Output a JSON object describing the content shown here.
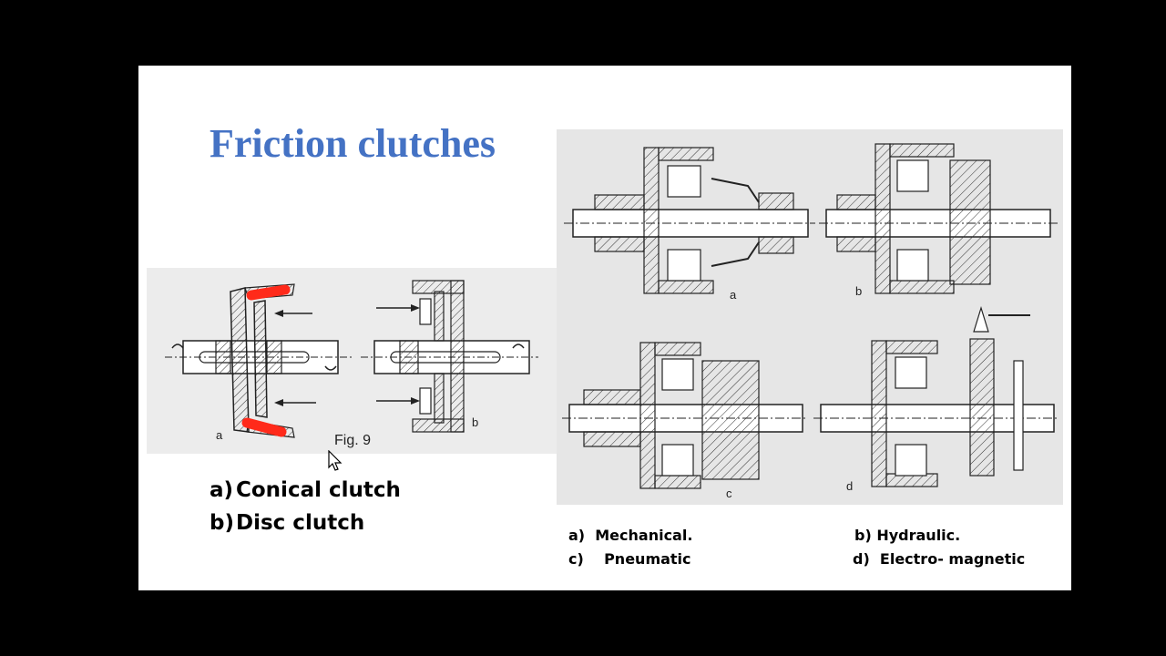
{
  "slide": {
    "title": "Friction clutches",
    "left_figure": {
      "label_a": "a",
      "label_b": "b",
      "fig_caption": "Fig. 9"
    },
    "left_list": [
      {
        "marker": "a)",
        "text": "Conical clutch"
      },
      {
        "marker": "b)",
        "text": "Disc clutch"
      }
    ],
    "right_figure": {
      "label_a": "a",
      "label_b": "b",
      "label_c": "c",
      "label_d": "d"
    },
    "right_captions": {
      "a": "a)  Mechanical.",
      "b": "b) Hydraulic.",
      "c": "c)    Pneumatic",
      "d": "d)  Electro- magnetic"
    }
  },
  "colors": {
    "background": "#000000",
    "slide": "#ffffff",
    "title": "#4472c4",
    "highlight": "#ff2a1a"
  }
}
